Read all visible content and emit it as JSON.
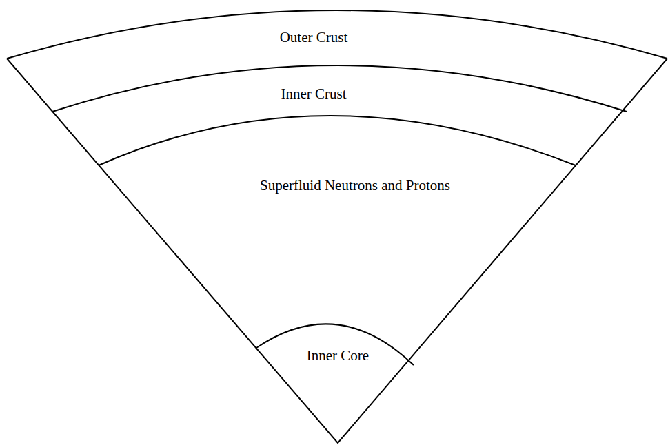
{
  "diagram": {
    "nodes": [
      {
        "text": [
          "Outer Crust"
        ]
      },
      {
        "text": [
          "Inner Crust"
        ]
      },
      {
        "text": [
          "Superfluid Neutrons and Protons"
        ]
      },
      {
        "text": [
          "Inner Core"
        ]
      }
    ]
  }
}
